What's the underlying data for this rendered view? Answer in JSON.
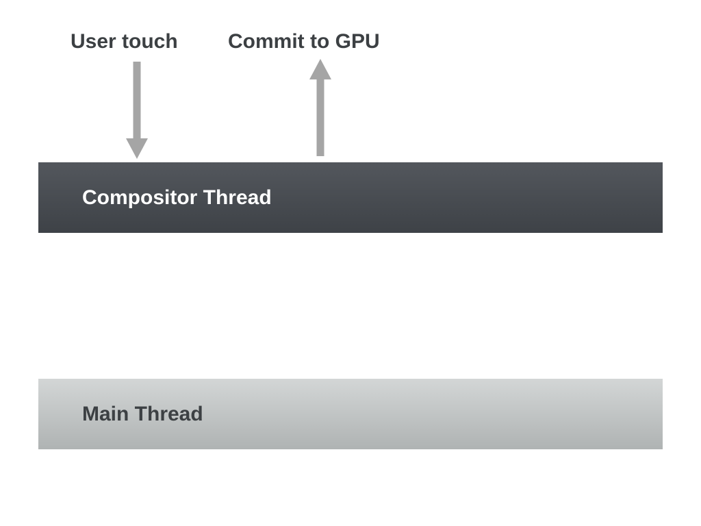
{
  "diagram": {
    "background_color": "#ffffff",
    "annotations": {
      "user_touch": "User touch",
      "commit_to_gpu": "Commit to GPU"
    },
    "arrows": {
      "user_touch": {
        "direction": "down",
        "color": "#a5a5a5"
      },
      "commit_to_gpu": {
        "direction": "up",
        "color": "#a5a5a5"
      }
    },
    "bars": {
      "compositor": {
        "label": "Compositor Thread",
        "gradient_top": "#53575d",
        "gradient_bottom": "#3e4247",
        "text_color": "#ffffff"
      },
      "main": {
        "label": "Main Thread",
        "gradient_top": "#d3d6d6",
        "gradient_bottom": "#afb3b3",
        "text_color": "#3c4043"
      }
    },
    "colors": {
      "annotation_text": "#3c4043",
      "arrow": "#a5a5a5"
    }
  }
}
